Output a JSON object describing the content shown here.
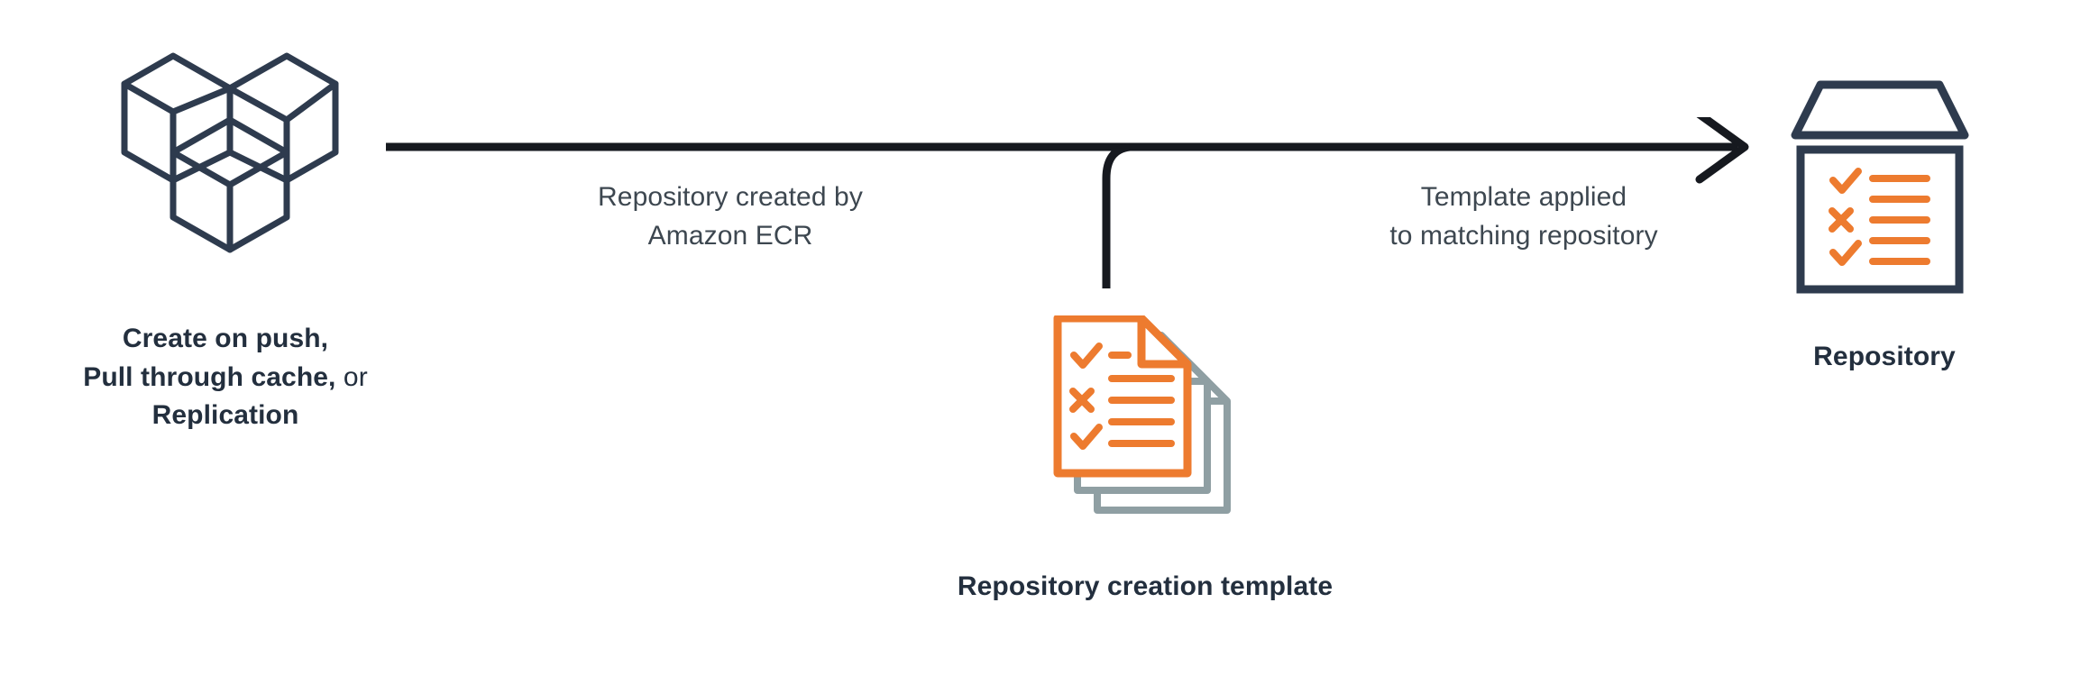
{
  "diagram": {
    "title": "Amazon ECR repository creation template flow",
    "background_color": "#ffffff",
    "colors": {
      "navy": "#232f3e",
      "navy_icon": "#2e3b4e",
      "orange": "#ed7b2f",
      "gray": "#8f9fa3",
      "arrow": "#16191f",
      "text": "#232f3e",
      "edge_text": "#3d4750"
    }
  },
  "nodes": {
    "source": {
      "icon": "three-cubes-icon",
      "caption_lines": [
        {
          "bold": "Create on push,",
          "regular": ""
        },
        {
          "bold": "Pull through cache,",
          "regular": " or"
        },
        {
          "bold": "Replication",
          "regular": ""
        }
      ]
    },
    "template": {
      "icon": "checklist-documents-icon",
      "caption": "Repository creation template"
    },
    "repository": {
      "icon": "repository-box-icon",
      "caption": "Repository"
    }
  },
  "edges": {
    "edge1": {
      "label_lines": [
        "Repository created by",
        "Amazon ECR"
      ],
      "from": "source",
      "to": "repository"
    },
    "edge2": {
      "label_lines": [
        "Template applied",
        "to matching repository"
      ],
      "from": "template",
      "to": "repository"
    }
  }
}
